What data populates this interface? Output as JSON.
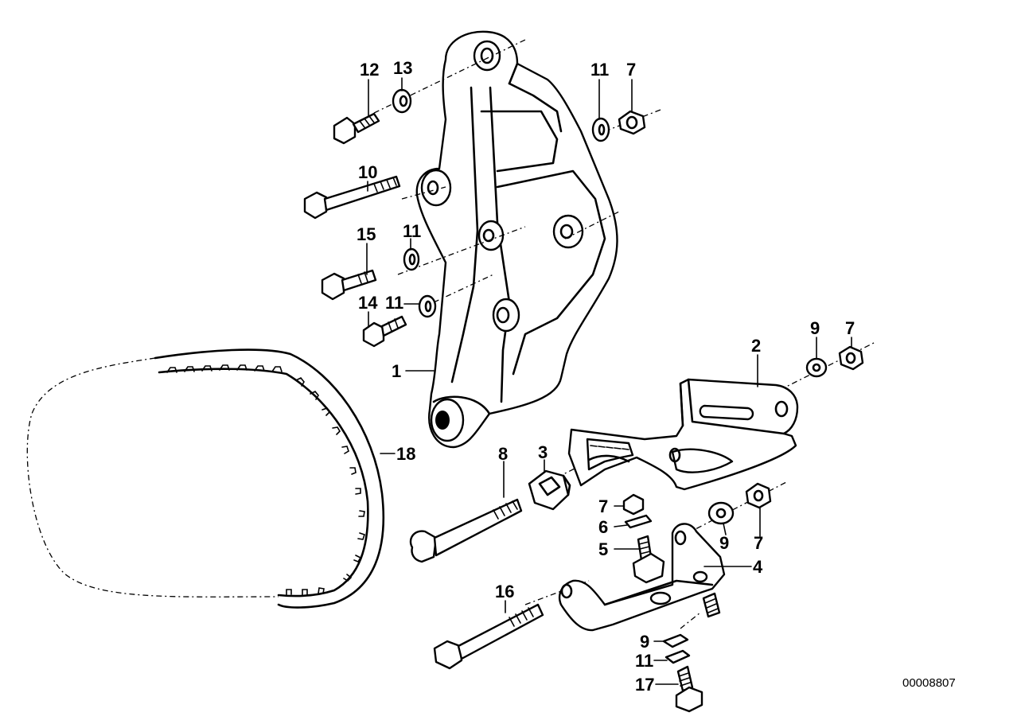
{
  "diagram": {
    "reference_number": "00008807",
    "callouts": {
      "c1": "1",
      "c2": "2",
      "c3": "3",
      "c4": "4",
      "c5": "5",
      "c6": "6",
      "c7a": "7",
      "c7b": "7",
      "c7c": "7",
      "c7d": "7",
      "c8": "8",
      "c9a": "9",
      "c9b": "9",
      "c9c": "9",
      "c10": "10",
      "c11a": "11",
      "c11b": "11",
      "c11c": "11",
      "c11d": "11",
      "c12": "12",
      "c13": "13",
      "c14": "14",
      "c15": "15",
      "c16": "16",
      "c17": "17",
      "c18": "18"
    }
  }
}
